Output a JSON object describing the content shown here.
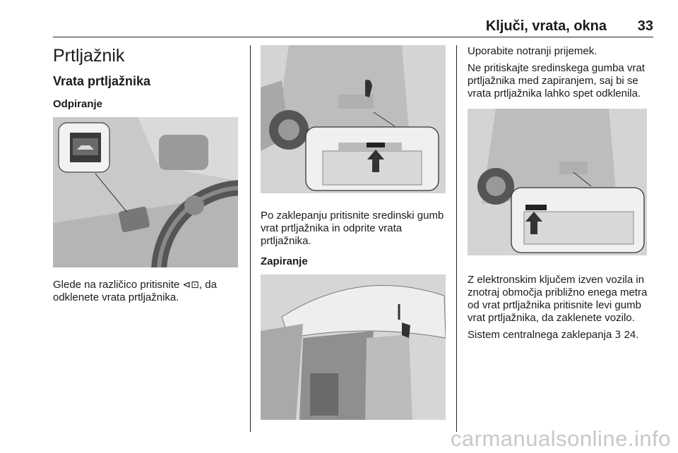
{
  "header": {
    "title": "Ključi, vrata, okna",
    "page_number": "33"
  },
  "section": {
    "title": "Prtljažnik",
    "subtitle": "Vrata prtljažnika"
  },
  "col1": {
    "heading": "Odpiranje",
    "para_before_icon": "Glede na različico pritisnite",
    "para_after_icon": ", da odklenete vrata prtljažnika."
  },
  "col2": {
    "para1": "Po zaklepanju pritisnite sredinski gumb vrat prtljažnika in odprite vrata prtljažnika.",
    "heading": "Zapiranje"
  },
  "col3": {
    "para1": "Uporabite notranji prijemek.",
    "para2": "Ne pritiskajte sredinskega gumba vrat prtljažnika med zapiranjem, saj bi se vrata prtljažnika lahko spet odklenila.",
    "para3": "Z elektronskim ključem izven vozila in znotraj območja približno enega metra od vrat prtljažnika pritisnite levi gumb vrat prtljažnika, da zaklenete vozilo.",
    "para4_before_ref": "Sistem centralnega zaklepanja",
    "para4_ref_symbol": "3",
    "para4_ref_page": "24."
  },
  "watermark": "carmanualsonline.info"
}
